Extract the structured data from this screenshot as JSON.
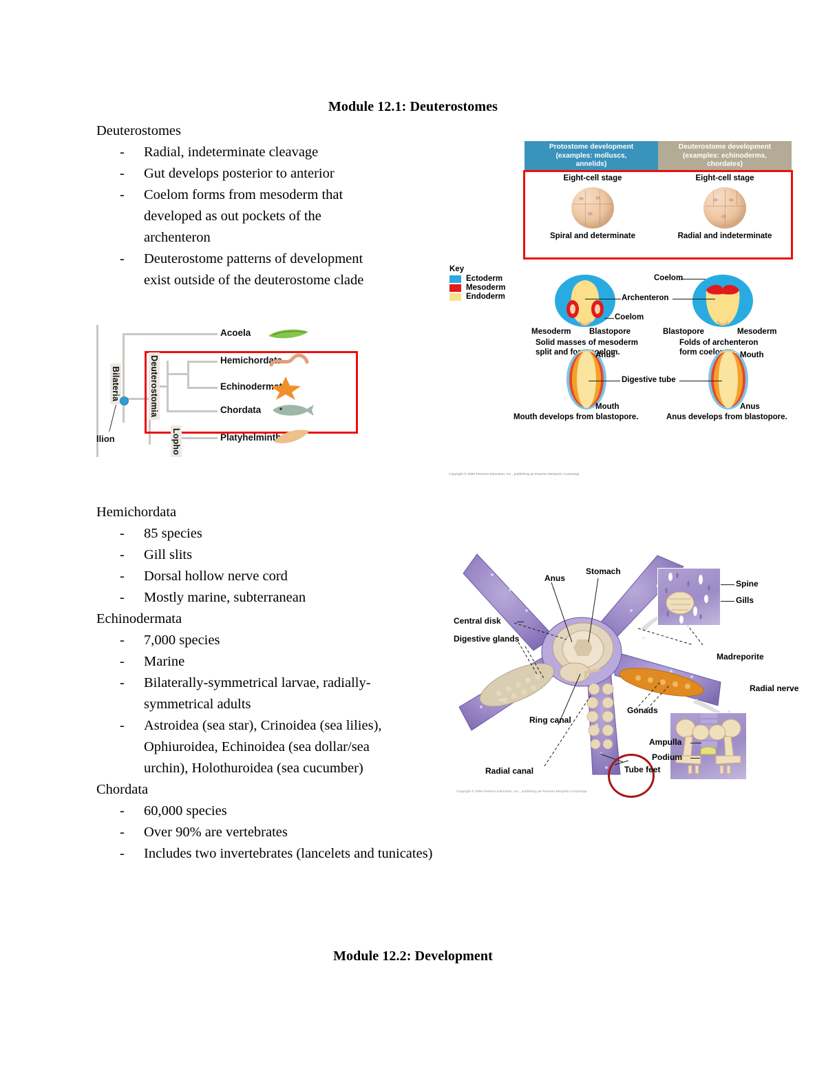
{
  "document": {
    "heading_1": "Module 12.1: Deuterostomes",
    "heading_2": "Module 12.2: Development"
  },
  "outline_top": [
    {
      "level": 0,
      "text": "Deuterostomes"
    },
    {
      "level": 1,
      "text": "Radial, indeterminate cleavage"
    },
    {
      "level": 1,
      "text": "Gut develops posterior to anterior"
    },
    {
      "level": 1,
      "text": "Coelom forms from mesoderm that"
    },
    {
      "level": 2,
      "text": "developed as out pockets of the"
    },
    {
      "level": 2,
      "text": "archenteron"
    },
    {
      "level": 1,
      "text": "Deuterostome patterns of development"
    },
    {
      "level": 2,
      "text": "exist outside of the deuterostome clade"
    }
  ],
  "outline_bottom": [
    {
      "level": 0,
      "text": "Hemichordata"
    },
    {
      "level": 1,
      "text": "85 species"
    },
    {
      "level": 1,
      "text": "Gill slits"
    },
    {
      "level": 1,
      "text": "Dorsal hollow nerve cord"
    },
    {
      "level": 1,
      "text": "Mostly marine, subterranean"
    },
    {
      "level": 0,
      "text": "Echinodermata"
    },
    {
      "level": 1,
      "text": "7,000 species"
    },
    {
      "level": 1,
      "text": "Marine"
    },
    {
      "level": 1,
      "text": "Bilaterally-symmetrical larvae, radially-"
    },
    {
      "level": 2,
      "text": "symmetrical adults"
    },
    {
      "level": 1,
      "text": "Astroidea (sea star), Crinoidea (sea lilies),"
    },
    {
      "level": 2,
      "text": "Ophiuroidea, Echinoidea (sea dollar/sea"
    },
    {
      "level": 2,
      "text": "urchin), Holothuroidea (sea cucumber)"
    },
    {
      "level": 0,
      "text": "Chordata"
    },
    {
      "level": 1,
      "text": "60,000 species"
    },
    {
      "level": 1,
      "text": "Over 90% are vertebrates"
    },
    {
      "level": 1,
      "text": "Includes two invertebrates (lancelets and tunicates)"
    }
  ],
  "bullet_dash": "-",
  "figure_development": {
    "headers": [
      {
        "title": "Protostome development",
        "subtitle": "(examples: molluscs,",
        "subtitle2": "annelids)",
        "color": "#3a93bb"
      },
      {
        "title": "Deuterostome development",
        "subtitle": "(examples: echinoderms,",
        "subtitle2": "chordates)",
        "color": "#b3ab95"
      }
    ],
    "eight_cell": [
      {
        "caption_top": "Eight-cell stage",
        "caption_bottom": "Spiral and determinate"
      },
      {
        "caption_top": "Eight-cell stage",
        "caption_bottom": "Radial and indeterminate"
      }
    ],
    "key": {
      "title": "Key",
      "items": [
        {
          "label": "Ectoderm",
          "color": "#29abe2"
        },
        {
          "label": "Mesoderm",
          "color": "#e11b1b"
        },
        {
          "label": "Endoderm",
          "color": "#fbdf8b"
        }
      ]
    },
    "coelom_row": {
      "shared_label": "Archenteron",
      "left": {
        "labels": [
          "Mesoderm",
          "Blastopore",
          "Coelom"
        ],
        "caption_line1": "Solid masses of mesoderm",
        "caption_line2": "split and form coelom."
      },
      "right": {
        "labels": [
          "Coelom",
          "Blastopore",
          "Mesoderm"
        ],
        "caption_line1": "Folds of archenteron",
        "caption_line2": "form coelom."
      }
    },
    "tube_row": {
      "shared_label": "Digestive tube",
      "left": {
        "top_label": "Anus",
        "bottom_label": "Mouth",
        "caption": "Mouth develops from blastopore."
      },
      "right": {
        "top_label": "Mouth",
        "bottom_label": "Anus",
        "caption": "Anus develops from blastopore."
      }
    },
    "copyright": "Copyright © 2008 Pearson Education, Inc., publishing as Pearson Benjamin Cummings."
  },
  "figure_tree": {
    "clade_labels": [
      "Bilateria",
      "Deuterostomia",
      "Lopho"
    ],
    "taxa": [
      "Acoela",
      "Hemichordata",
      "Echinodermata",
      "Chordata",
      "Platyhelminthes"
    ],
    "axis_label": "llion",
    "highlight_color": "#e8110d",
    "node_color": "#2e9fd4"
  },
  "figure_seastar": {
    "labels_left": [
      "Central disk",
      "Digestive glands",
      "Ring canal",
      "Radial canal"
    ],
    "labels_top": [
      "Anus",
      "Stomach"
    ],
    "labels_right": [
      "Spine",
      "Gills",
      "Madreporite",
      "Radial nerve",
      "Ampulla",
      "Podium"
    ],
    "labels_center": [
      "Gonads",
      "Tube feet"
    ],
    "highlight_color": "#a81616",
    "copyright": "Copyright © 2008 Pearson Education, Inc., publishing as Pearson Benjamin Cummings."
  }
}
